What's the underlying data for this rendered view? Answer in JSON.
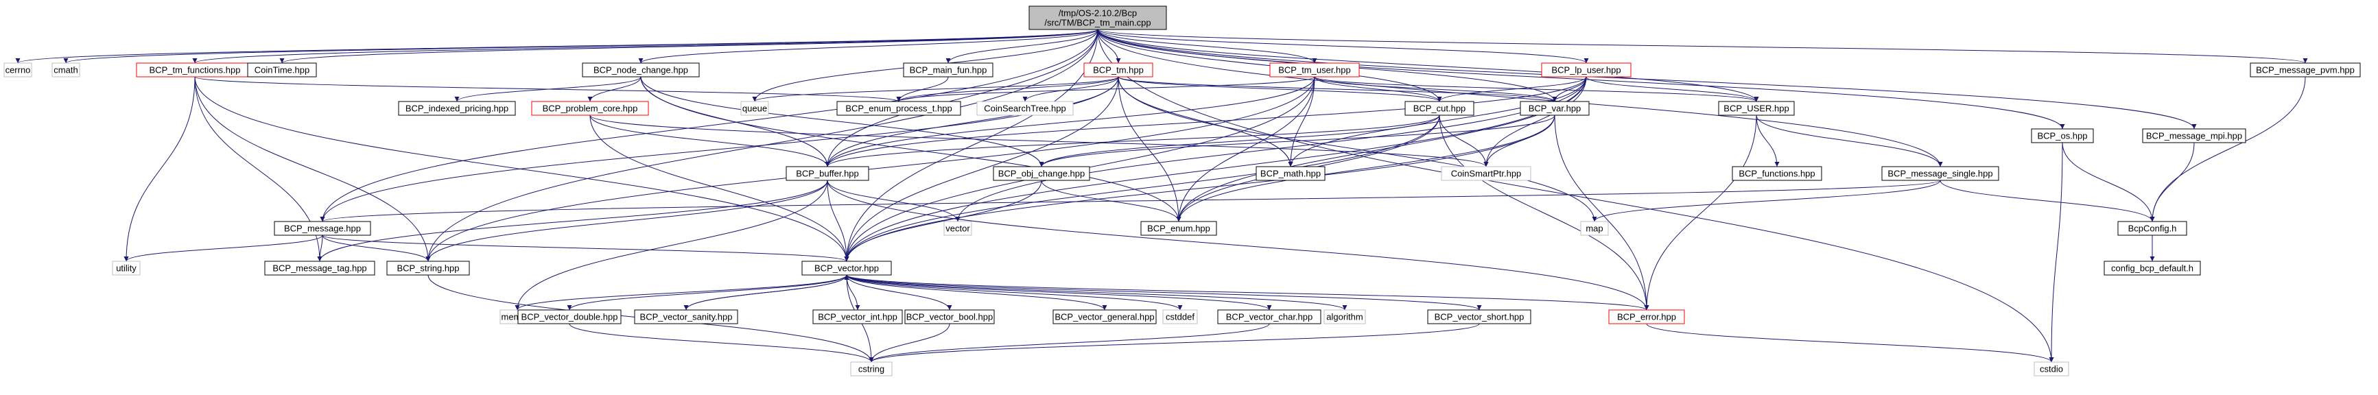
{
  "diagram": {
    "style": {
      "node_border": "#000000",
      "node_border_highlight": "#ff0000",
      "node_border_plain": "#bfbfbf",
      "root_fill": "#bfbfbf",
      "edge_color": "#191970",
      "background": "#ffffff"
    },
    "nodes": [
      {
        "id": "root",
        "kind": "root",
        "lines": [
          "/tmp/OS-2.10.2/Bcp",
          "/src/TM/BCP_tm_main.cpp"
        ]
      },
      {
        "id": "cerrno",
        "kind": "plain",
        "lines": [
          "cerrno"
        ]
      },
      {
        "id": "cmath",
        "kind": "plain",
        "lines": [
          "cmath"
        ]
      },
      {
        "id": "bcp_tm_functions",
        "kind": "highlight",
        "lines": [
          "BCP_tm_functions.hpp"
        ]
      },
      {
        "id": "cointime",
        "kind": "normal",
        "lines": [
          "CoinTime.hpp"
        ]
      },
      {
        "id": "bcp_node_change",
        "kind": "normal",
        "lines": [
          "BCP_node_change.hpp"
        ]
      },
      {
        "id": "bcp_main_fun",
        "kind": "normal",
        "lines": [
          "BCP_main_fun.hpp"
        ]
      },
      {
        "id": "bcp_tm",
        "kind": "highlight",
        "lines": [
          "BCP_tm.hpp"
        ]
      },
      {
        "id": "bcp_tm_user",
        "kind": "highlight",
        "lines": [
          "BCP_tm_user.hpp"
        ]
      },
      {
        "id": "bcp_lp_user",
        "kind": "highlight",
        "lines": [
          "BCP_lp_user.hpp"
        ]
      },
      {
        "id": "bcp_message_pvm",
        "kind": "normal",
        "lines": [
          "BCP_message_pvm.hpp"
        ]
      },
      {
        "id": "bcp_indexed_pricing",
        "kind": "normal",
        "lines": [
          "BCP_indexed_pricing.hpp"
        ]
      },
      {
        "id": "bcp_problem_core",
        "kind": "highlight",
        "lines": [
          "BCP_problem_core.hpp"
        ]
      },
      {
        "id": "queue",
        "kind": "plain",
        "lines": [
          "queue"
        ]
      },
      {
        "id": "bcp_enum_process_t",
        "kind": "normal",
        "lines": [
          "BCP_enum_process_t.hpp"
        ]
      },
      {
        "id": "coinsearchtree",
        "kind": "plain",
        "lines": [
          "CoinSearchTree.hpp"
        ]
      },
      {
        "id": "bcp_cut",
        "kind": "normal",
        "lines": [
          "BCP_cut.hpp"
        ]
      },
      {
        "id": "bcp_var",
        "kind": "normal",
        "lines": [
          "BCP_var.hpp"
        ]
      },
      {
        "id": "bcp_user",
        "kind": "normal",
        "lines": [
          "BCP_USER.hpp"
        ]
      },
      {
        "id": "bcp_os",
        "kind": "normal",
        "lines": [
          "BCP_os.hpp"
        ]
      },
      {
        "id": "bcp_message_mpi",
        "kind": "normal",
        "lines": [
          "BCP_message_mpi.hpp"
        ]
      },
      {
        "id": "bcp_math",
        "kind": "normal",
        "lines": [
          "BCP_math.hpp"
        ]
      },
      {
        "id": "coinsmartptr",
        "kind": "plain",
        "lines": [
          "CoinSmartPtr.hpp"
        ]
      },
      {
        "id": "bcp_functions",
        "kind": "normal",
        "lines": [
          "BCP_functions.hpp"
        ]
      },
      {
        "id": "bcp_buffer",
        "kind": "normal",
        "lines": [
          "BCP_buffer.hpp"
        ]
      },
      {
        "id": "bcp_obj_change",
        "kind": "normal",
        "lines": [
          "BCP_obj_change.hpp"
        ]
      },
      {
        "id": "bcp_message_single",
        "kind": "normal",
        "lines": [
          "BCP_message_single.hpp"
        ]
      },
      {
        "id": "bcp_message",
        "kind": "normal",
        "lines": [
          "BCP_message.hpp"
        ]
      },
      {
        "id": "vector",
        "kind": "plain",
        "lines": [
          "vector"
        ]
      },
      {
        "id": "bcp_enum",
        "kind": "normal",
        "lines": [
          "BCP_enum.hpp"
        ]
      },
      {
        "id": "map",
        "kind": "plain",
        "lines": [
          "map"
        ]
      },
      {
        "id": "bcpconfig",
        "kind": "normal",
        "lines": [
          "BcpConfig.h"
        ]
      },
      {
        "id": "utility",
        "kind": "plain",
        "lines": [
          "utility"
        ]
      },
      {
        "id": "bcp_message_tag",
        "kind": "normal",
        "lines": [
          "BCP_message_tag.hpp"
        ]
      },
      {
        "id": "bcp_string",
        "kind": "normal",
        "lines": [
          "BCP_string.hpp"
        ]
      },
      {
        "id": "bcp_vector",
        "kind": "normal",
        "lines": [
          "BCP_vector.hpp"
        ]
      },
      {
        "id": "config_bcp_default",
        "kind": "normal",
        "lines": [
          "config_bcp_default.h"
        ]
      },
      {
        "id": "memory",
        "kind": "plain",
        "lines": [
          "memory"
        ]
      },
      {
        "id": "bcp_vector_double",
        "kind": "normal",
        "lines": [
          "BCP_vector_double.hpp"
        ]
      },
      {
        "id": "bcp_vector_sanity",
        "kind": "normal",
        "lines": [
          "BCP_vector_sanity.hpp"
        ]
      },
      {
        "id": "bcp_vector_int",
        "kind": "normal",
        "lines": [
          "BCP_vector_int.hpp"
        ]
      },
      {
        "id": "bcp_vector_bool",
        "kind": "normal",
        "lines": [
          "BCP_vector_bool.hpp"
        ]
      },
      {
        "id": "bcp_vector_general",
        "kind": "normal",
        "lines": [
          "BCP_vector_general.hpp"
        ]
      },
      {
        "id": "cstddef",
        "kind": "plain",
        "lines": [
          "cstddef"
        ]
      },
      {
        "id": "bcp_vector_char",
        "kind": "normal",
        "lines": [
          "BCP_vector_char.hpp"
        ]
      },
      {
        "id": "algorithm",
        "kind": "plain",
        "lines": [
          "algorithm"
        ]
      },
      {
        "id": "bcp_vector_short",
        "kind": "normal",
        "lines": [
          "BCP_vector_short.hpp"
        ]
      },
      {
        "id": "bcp_error",
        "kind": "highlight",
        "lines": [
          "BCP_error.hpp"
        ]
      },
      {
        "id": "cstring",
        "kind": "plain",
        "lines": [
          "cstring"
        ]
      },
      {
        "id": "cstdio",
        "kind": "plain",
        "lines": [
          "cstdio"
        ]
      }
    ],
    "edges": [
      [
        "root",
        "cerrno"
      ],
      [
        "root",
        "cmath"
      ],
      [
        "root",
        "bcp_tm_functions"
      ],
      [
        "root",
        "cointime"
      ],
      [
        "root",
        "bcp_node_change"
      ],
      [
        "root",
        "bcp_main_fun"
      ],
      [
        "root",
        "bcp_tm"
      ],
      [
        "root",
        "bcp_tm_user"
      ],
      [
        "root",
        "bcp_lp_user"
      ],
      [
        "root",
        "bcp_message_pvm"
      ],
      [
        "root",
        "bcp_os"
      ],
      [
        "root",
        "bcp_message_mpi"
      ],
      [
        "root",
        "bcp_message"
      ],
      [
        "root",
        "bcp_cut"
      ],
      [
        "root",
        "bcp_var"
      ],
      [
        "root",
        "bcp_user"
      ],
      [
        "root",
        "bcp_message_single"
      ],
      [
        "root",
        "bcp_string"
      ],
      [
        "root",
        "bcp_vector"
      ],
      [
        "root",
        "bcp_buffer"
      ],
      [
        "root",
        "queue"
      ],
      [
        "root",
        "cstdio"
      ],
      [
        "bcp_tm_functions",
        "bcp_enum_process_t"
      ],
      [
        "bcp_tm_functions",
        "utility"
      ],
      [
        "bcp_tm_functions",
        "bcp_message_tag"
      ],
      [
        "bcp_tm_functions",
        "bcp_string"
      ],
      [
        "bcp_tm_functions",
        "bcp_vector"
      ],
      [
        "bcp_node_change",
        "bcp_indexed_pricing"
      ],
      [
        "bcp_node_change",
        "bcp_problem_core"
      ],
      [
        "bcp_node_change",
        "bcp_buffer"
      ],
      [
        "bcp_node_change",
        "bcp_obj_change"
      ],
      [
        "bcp_node_change",
        "bcp_enum"
      ],
      [
        "bcp_main_fun",
        "bcp_enum_process_t"
      ],
      [
        "bcp_tm",
        "queue"
      ],
      [
        "bcp_tm",
        "bcp_enum_process_t"
      ],
      [
        "bcp_tm",
        "coinsearchtree"
      ],
      [
        "bcp_tm",
        "bcp_cut"
      ],
      [
        "bcp_tm",
        "bcp_var"
      ],
      [
        "bcp_tm",
        "bcp_math"
      ],
      [
        "bcp_tm",
        "bcp_buffer"
      ],
      [
        "bcp_tm",
        "bcp_message"
      ],
      [
        "bcp_tm",
        "bcp_enum"
      ],
      [
        "bcp_tm",
        "map"
      ],
      [
        "bcp_tm",
        "bcp_vector"
      ],
      [
        "bcp_tm_user",
        "bcp_enum_process_t"
      ],
      [
        "bcp_tm_user",
        "bcp_cut"
      ],
      [
        "bcp_tm_user",
        "bcp_var"
      ],
      [
        "bcp_tm_user",
        "bcp_user"
      ],
      [
        "bcp_tm_user",
        "bcp_math"
      ],
      [
        "bcp_tm_user",
        "bcp_buffer"
      ],
      [
        "bcp_tm_user",
        "bcp_string"
      ],
      [
        "bcp_tm_user",
        "bcp_vector"
      ],
      [
        "bcp_tm_user",
        "bcp_enum"
      ],
      [
        "bcp_lp_user",
        "bcp_cut"
      ],
      [
        "bcp_lp_user",
        "bcp_var"
      ],
      [
        "bcp_lp_user",
        "bcp_user"
      ],
      [
        "bcp_lp_user",
        "bcp_buffer"
      ],
      [
        "bcp_lp_user",
        "bcp_math"
      ],
      [
        "bcp_lp_user",
        "bcp_vector"
      ],
      [
        "bcp_lp_user",
        "bcp_enum"
      ],
      [
        "bcp_lp_user",
        "vector"
      ],
      [
        "bcp_lp_user",
        "coinsmartptr"
      ],
      [
        "bcp_message_pvm",
        "bcpconfig"
      ],
      [
        "bcp_problem_core",
        "bcp_buffer"
      ],
      [
        "bcp_problem_core",
        "bcp_vector"
      ],
      [
        "bcp_problem_core",
        "coinsmartptr"
      ],
      [
        "bcp_cut",
        "coinsmartptr"
      ],
      [
        "bcp_cut",
        "bcp_obj_change"
      ],
      [
        "bcp_cut",
        "bcp_buffer"
      ],
      [
        "bcp_cut",
        "bcp_enum"
      ],
      [
        "bcp_cut",
        "bcp_vector"
      ],
      [
        "bcp_cut",
        "bcp_error"
      ],
      [
        "bcp_var",
        "coinsmartptr"
      ],
      [
        "bcp_var",
        "bcp_obj_change"
      ],
      [
        "bcp_var",
        "bcp_enum"
      ],
      [
        "bcp_var",
        "bcp_vector"
      ],
      [
        "bcp_var",
        "bcp_error"
      ],
      [
        "bcp_user",
        "bcp_functions"
      ],
      [
        "bcp_user",
        "bcp_message_single"
      ],
      [
        "bcp_user",
        "bcp_error"
      ],
      [
        "bcp_os",
        "bcpconfig"
      ],
      [
        "bcp_os",
        "cstdio"
      ],
      [
        "bcp_message_mpi",
        "bcpconfig"
      ],
      [
        "bcp_buffer",
        "bcp_message_tag"
      ],
      [
        "bcp_buffer",
        "bcp_string"
      ],
      [
        "bcp_buffer",
        "bcp_vector"
      ],
      [
        "bcp_buffer",
        "vector"
      ],
      [
        "bcp_buffer",
        "memory"
      ],
      [
        "bcp_buffer",
        "bcp_error"
      ],
      [
        "bcp_obj_change",
        "bcp_enum"
      ],
      [
        "bcp_obj_change",
        "bcp_vector"
      ],
      [
        "bcp_message_single",
        "bcpconfig"
      ],
      [
        "bcp_message_single",
        "map"
      ],
      [
        "bcp_message_single",
        "bcp_message"
      ],
      [
        "bcp_message",
        "utility"
      ],
      [
        "bcp_message",
        "bcp_message_tag"
      ],
      [
        "bcp_message",
        "bcp_string"
      ],
      [
        "bcp_message",
        "bcp_vector"
      ],
      [
        "bcpconfig",
        "config_bcp_default"
      ],
      [
        "bcp_string",
        "cstring"
      ],
      [
        "bcp_vector",
        "memory"
      ],
      [
        "bcp_vector",
        "bcp_vector_double"
      ],
      [
        "bcp_vector",
        "bcp_vector_sanity"
      ],
      [
        "bcp_vector",
        "bcp_vector_int"
      ],
      [
        "bcp_vector",
        "bcp_vector_bool"
      ],
      [
        "bcp_vector",
        "bcp_vector_general"
      ],
      [
        "bcp_vector",
        "cstddef"
      ],
      [
        "bcp_vector",
        "bcp_vector_char"
      ],
      [
        "bcp_vector",
        "algorithm"
      ],
      [
        "bcp_vector",
        "bcp_vector_short"
      ],
      [
        "bcp_vector",
        "bcp_error"
      ],
      [
        "bcp_vector",
        "cstring"
      ],
      [
        "bcp_vector_double",
        "cstring"
      ],
      [
        "bcp_vector_sanity",
        "bcp_vector"
      ],
      [
        "bcp_vector_bool",
        "cstring"
      ],
      [
        "bcp_vector_char",
        "cstring"
      ],
      [
        "bcp_vector_short",
        "cstring"
      ],
      [
        "bcp_error",
        "cstdio"
      ]
    ]
  }
}
